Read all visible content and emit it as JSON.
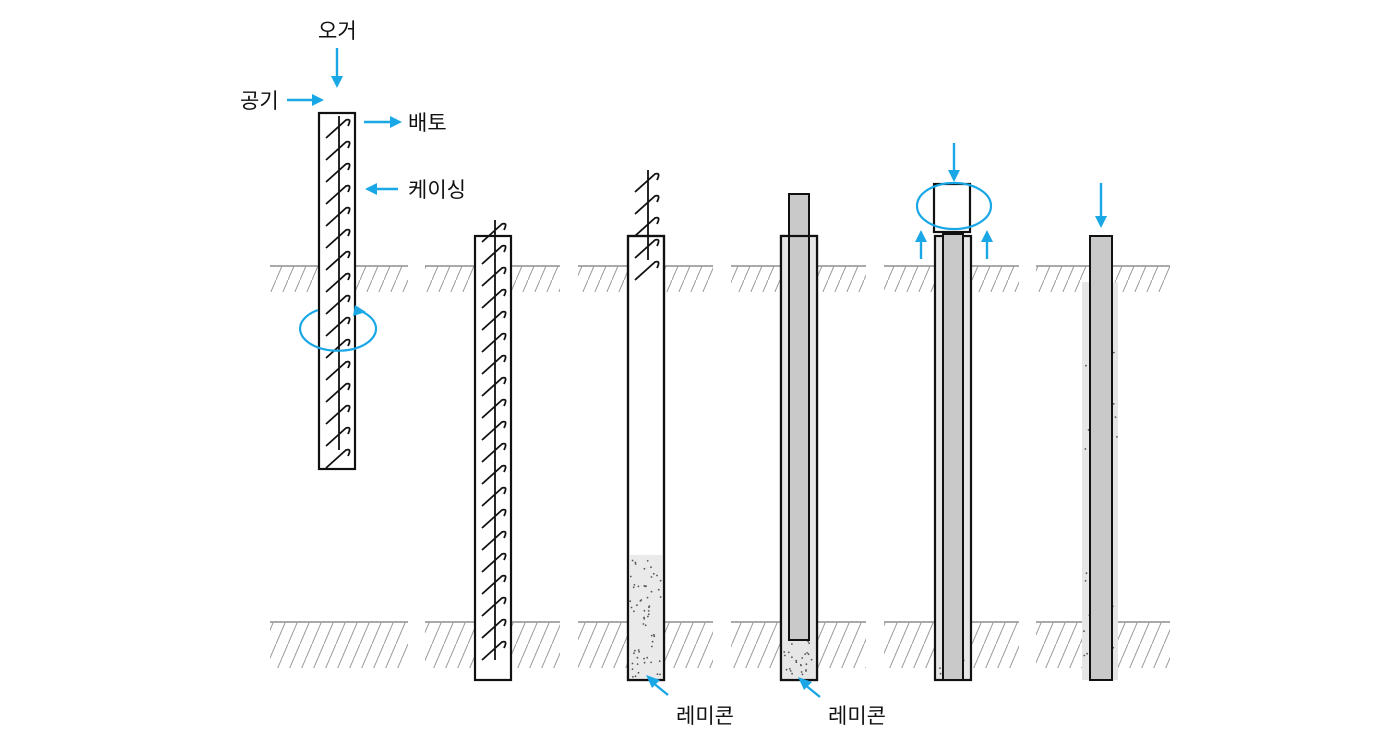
{
  "labels": {
    "auger": "오거",
    "air": "공기",
    "spoil": "배토",
    "casing": "케이싱",
    "concrete_1": "레미콘",
    "concrete_2": "레미콘"
  },
  "colors": {
    "arrow": "#1aa7e6",
    "outline": "#111111",
    "pile_fill": "#c9c9c9",
    "ground_hatch": "#9a9a9a"
  },
  "steps": [
    {
      "step": 1,
      "content": "casing-with-auger-rotating"
    },
    {
      "step": 2,
      "content": "casing-with-auger-at-depth"
    },
    {
      "step": 3,
      "content": "auger-withdrawn-concrete-poured"
    },
    {
      "step": 4,
      "content": "pile-inserted"
    },
    {
      "step": 5,
      "content": "casing-rotated-and-lifted"
    },
    {
      "step": 6,
      "content": "pile-completed"
    }
  ]
}
